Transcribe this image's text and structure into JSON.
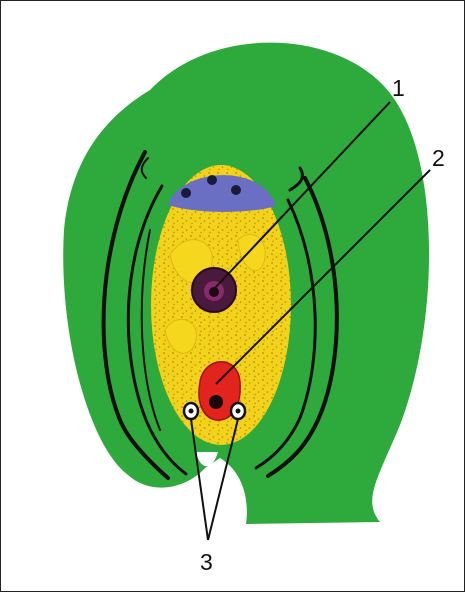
{
  "labels": {
    "one": "1",
    "two": "2",
    "three": "3"
  },
  "colors": {
    "integument_green": "#2eaa3c",
    "integument_outline": "#0f0f0f",
    "embryo_sac_yellow": "#f2d21a",
    "cytoplasm_speckle": "#c89a10",
    "antipodal_purple": "#6a6fc4",
    "central_nucleus": "#4a1a3c",
    "egg_cell_red": "#e3231d",
    "synergid_white": "#ffffff",
    "line_black": "#111111"
  }
}
